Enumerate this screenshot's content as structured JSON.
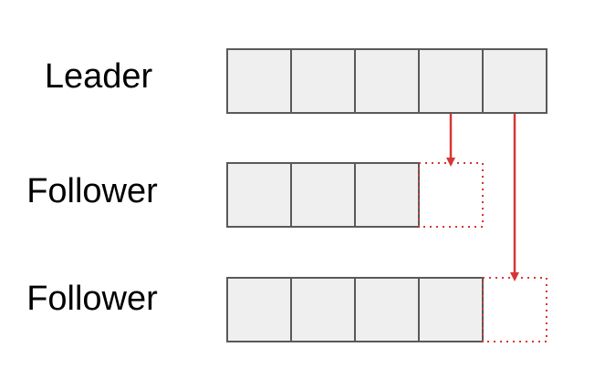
{
  "diagram": {
    "rows": [
      {
        "label": "Leader",
        "filled": 5,
        "pending": 0
      },
      {
        "label": "Follower",
        "filled": 3,
        "pending": 1
      },
      {
        "label": "Follower",
        "filled": 4,
        "pending": 1
      }
    ],
    "colors": {
      "cell_fill": "#efefef",
      "cell_stroke": "#595959",
      "arrow": "#d63636",
      "label": "#000000"
    },
    "arrows": [
      {
        "from_row": 0,
        "from_cell": 3,
        "to_row": 1,
        "to_cell": 3
      },
      {
        "from_row": 0,
        "from_cell": 4,
        "to_row": 2,
        "to_cell": 4
      }
    ]
  }
}
